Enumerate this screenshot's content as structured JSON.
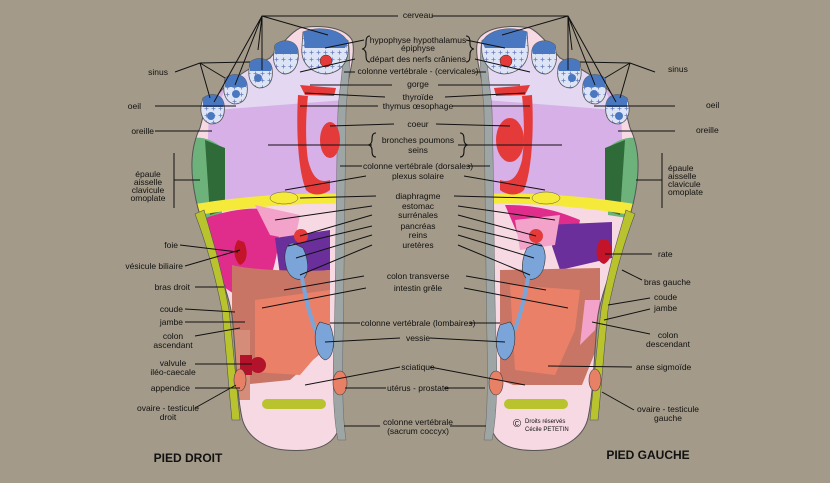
{
  "titles": {
    "right_foot": "PIED DROIT",
    "left_foot": "PIED GAUCHE"
  },
  "center_labels": {
    "cerveau": "cerveau",
    "hypophyse": "hypophyse hypothalamus",
    "epiphyse": "épiphyse",
    "nerfs": "départ des nerfs crâniens",
    "cervicales": "colonne vertébrale - (cervicales)",
    "gorge": "gorge",
    "thyroide": "thyroïde",
    "thymus": "thymus œsophage",
    "coeur": "coeur",
    "bronches": "bronches poumons",
    "seins": "seins",
    "dorsales": "colonne vertébrale (dorsales)",
    "plexus": "plexus solaire",
    "diaphragme": "diaphragme",
    "estomac": "estomac",
    "surrenales": "surrénales",
    "pancreas": "pancréas",
    "reins": "reins",
    "ureteres": "uretères",
    "colon_transverse": "colon transverse",
    "intestin": "intestin grêle",
    "lombaires": "colonne vertébrale (lombaires)",
    "vessie": "vessie",
    "sciatique": "sciatique",
    "uterus": "utérus - prostate",
    "sacrum1": "colonne vertébrale",
    "sacrum2": "(sacrum coccyx)"
  },
  "right_labels": {
    "sinus": "sinus",
    "oeil": "oeil",
    "oreille": "oreille",
    "epaule1": "épaule",
    "epaule2": "aisselle",
    "epaule3": "clavicule",
    "epaule4": "omoplate",
    "foie": "foie",
    "vesicule": "vésicule biliaire",
    "bras": "bras droit",
    "coude": "coude",
    "jambe": "jambe",
    "colon1": "colon",
    "colon2": "ascendant",
    "valvule1": "valvule",
    "valvule2": "iléo-caecale",
    "appendice": "appendice",
    "ovaire1": "ovaire - testicule",
    "ovaire2": "droit"
  },
  "left_labels": {
    "sinus": "sinus",
    "oeil": "oeil",
    "oreille": "oreille",
    "epaule1": "épaule",
    "epaule2": "aisselle",
    "epaule3": "clavicule",
    "epaule4": "omoplate",
    "rate": "rate",
    "bras": "bras gauche",
    "coude": "coude",
    "jambe": "jambe",
    "colon1": "colon",
    "colon2": "descendant",
    "anse": "anse sigmoïde",
    "ovaire1": "ovaire - testicule",
    "ovaire2": "gauche"
  },
  "copyright": {
    "symbol": "©",
    "line1": "Droits réservés",
    "line2": "Cécile PETETIN"
  },
  "colors": {
    "background": "#a39a89",
    "brain_blue": "#4a78c0",
    "head_lavender": "#d9c9ef",
    "chest_purple": "#d6b0e6",
    "lung_green": "#6cb27a",
    "heart_red": "#e43a3a",
    "diaphragm_yellow": "#f5e93a",
    "liver_pink": "#e02d8c",
    "colon_salmon": "#e88066",
    "spine_grey": "#9ea5a5",
    "limb_olive": "#b9c32e"
  }
}
